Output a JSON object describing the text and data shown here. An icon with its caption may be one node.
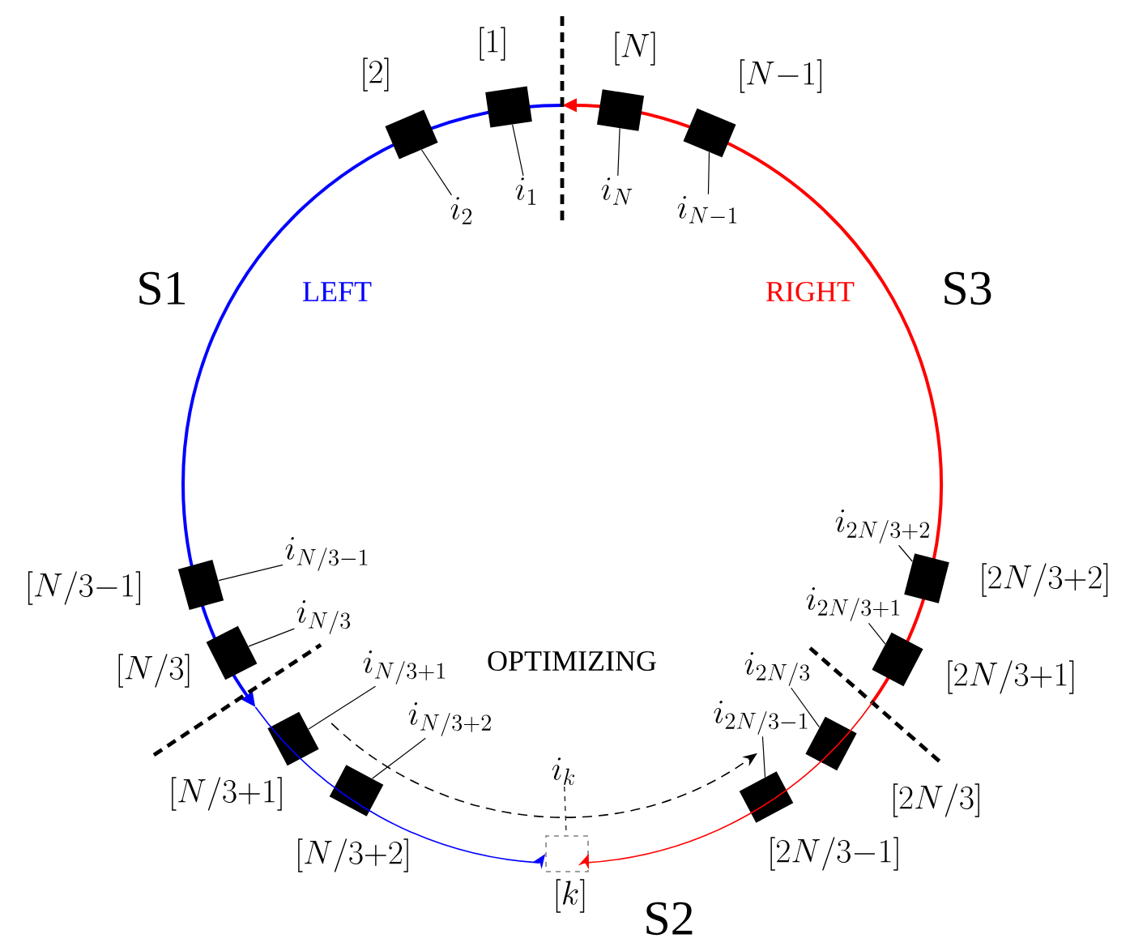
{
  "diagram": {
    "nodes": [
      {
        "text": [],
        "shape": "box",
        "beside": [
          "[2]"
        ]
      },
      {
        "text": [
          "i_2"
        ]
      },
      {
        "text": [],
        "shape": "box",
        "beside": [
          "[1]"
        ]
      },
      {
        "text": [
          "i_1"
        ]
      },
      {
        "text": [],
        "shape": "box",
        "beside": [
          "[N]"
        ]
      },
      {
        "text": [
          "i_N"
        ]
      },
      {
        "text": [],
        "shape": "box",
        "beside": [
          "[N{-}1]"
        ]
      },
      {
        "text": [
          "i_{N-1}"
        ]
      },
      {
        "text": [],
        "shape": "box",
        "beside": [
          "[N/3{-}1]"
        ]
      },
      {
        "text": [
          "i_{N/3-1}"
        ]
      },
      {
        "text": [],
        "shape": "box",
        "beside": [
          "[N/3]"
        ]
      },
      {
        "text": [
          "i_{N/3}"
        ]
      },
      {
        "text": [],
        "shape": "box",
        "beside": [
          "[N/3{+}1]"
        ]
      },
      {
        "text": [
          "i_{N/3+1}"
        ]
      },
      {
        "text": [],
        "shape": "box",
        "beside": [
          "[N/3{+}2]"
        ]
      },
      {
        "text": [
          "i_{N/3+2}"
        ]
      },
      {
        "text": [
          "i_k"
        ]
      },
      {
        "text": [],
        "shape": "box",
        "beside": [
          "[k]"
        ]
      },
      {
        "text": [],
        "shape": "box",
        "beside": [
          "[2N/3{+}2]"
        ]
      },
      {
        "text": [
          "i_{2N/3+2}"
        ]
      },
      {
        "text": [],
        "shape": "box",
        "beside": [
          "[2N/3{+}1]"
        ]
      },
      {
        "text": [
          "i_{2N/3+1}"
        ]
      },
      {
        "text": [],
        "shape": "box",
        "beside": [
          "[2N/3]"
        ]
      },
      {
        "text": [
          "i_{2N/3}"
        ]
      },
      {
        "text": [],
        "shape": "box",
        "beside": [
          "[2N/3{-}1]"
        ]
      },
      {
        "text": [
          "i_{2N/3-1}"
        ]
      }
    ],
    "edges": [
      {
        "from": 1,
        "to": 0,
        "arrow": "none"
      },
      {
        "from": 3,
        "to": 2,
        "arrow": "none"
      },
      {
        "from": 5,
        "to": 4,
        "arrow": "none"
      },
      {
        "from": 7,
        "to": 6,
        "arrow": "none"
      },
      {
        "from": 9,
        "to": 8,
        "arrow": "none"
      },
      {
        "from": 11,
        "to": 10,
        "arrow": "none"
      },
      {
        "from": 13,
        "to": 12,
        "arrow": "none"
      },
      {
        "from": 15,
        "to": 14,
        "arrow": "none"
      },
      {
        "from": 16,
        "to": 17,
        "arrow": "none",
        "style": "dashed"
      },
      {
        "from": 19,
        "to": 18,
        "arrow": "none"
      },
      {
        "from": 21,
        "to": 20,
        "arrow": "none"
      },
      {
        "from": 23,
        "to": 22,
        "arrow": "none"
      },
      {
        "from": 25,
        "to": 24,
        "arrow": "none"
      },
      {
        "from": null,
        "to": 17,
        "arrow": "to",
        "color": "#0000ff"
      },
      {
        "from": null,
        "to": 17,
        "arrow": "to",
        "color": "#ff0000"
      }
    ],
    "labels": [
      "S1",
      "LEFT",
      "RIGHT",
      "S3",
      "OPTIMIZING",
      "S2"
    ]
  }
}
